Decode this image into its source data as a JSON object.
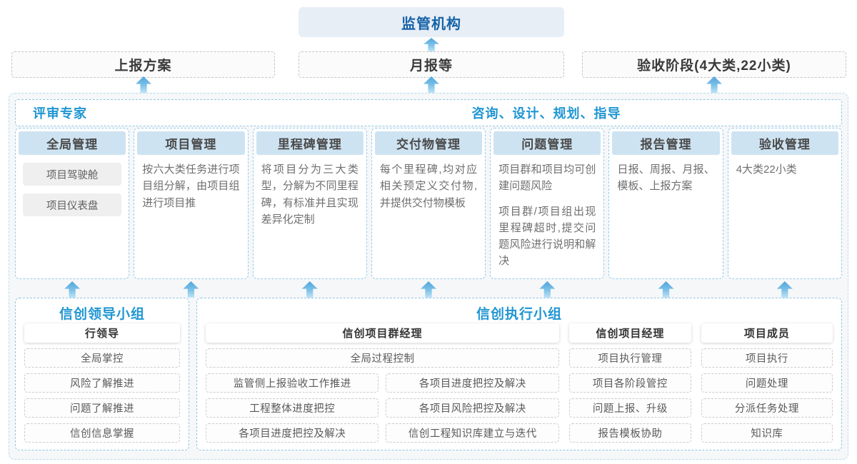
{
  "colors": {
    "accent_blue": "#2196d3",
    "dark_blue": "#1563a8",
    "column_header_bg": "#cee3f1",
    "blue_dashed_border": "#8ec6e8",
    "arrow_blue": "#4fa5db",
    "regulator_bg": "#e8eef6"
  },
  "top": {
    "regulator": "监管机构",
    "channels": [
      "上报方案",
      "月报等",
      "验收阶段(4大类,22小类)"
    ]
  },
  "main": {
    "expert_label": "评审专家",
    "advisory_label": "咨询、设计、规划、指导",
    "columns": [
      {
        "title": "全局管理",
        "items": [
          "项目驾驶舱",
          "项目仪表盘"
        ]
      },
      {
        "title": "项目管理",
        "body": "按六大类任务进行项目组分解，由项目组进行项目推"
      },
      {
        "title": "里程碑管理",
        "body": "将项目分为三大类型，分解为不同里程碑，有标准并且实现差异化定制"
      },
      {
        "title": "交付物管理",
        "body": "每个里程碑,均对应相关预定义交付物,并提供交付物模板"
      },
      {
        "title": "问题管理",
        "paragraphs": [
          "项目群和项目均可创建问题风险",
          "项目群/项目组出现里程碑超时,提交问题风险进行说明和解决"
        ]
      },
      {
        "title": "报告管理",
        "body": "日报、周报、月报、模板、上报方案"
      },
      {
        "title": "验收管理",
        "body": "4大类22小类"
      }
    ]
  },
  "bottom": {
    "leader_group": {
      "title": "信创领导小组",
      "role": "行领导",
      "items": [
        "全局掌控",
        "风险了解推进",
        "问题了解推进",
        "信创信息掌握"
      ]
    },
    "exec_group": {
      "title": "信创执行小组",
      "program_manager": {
        "role": "信创项目群经理",
        "full_item": "全局过程控制",
        "grid_items": [
          "监管侧上报验收工作推进",
          "各项目进度把控及解决",
          "工程整体进度把控",
          "各项目风险把控及解决",
          "各项目进度把控及解决",
          "信创工程知识库建立与迭代"
        ]
      },
      "project_manager": {
        "role": "信创项目经理",
        "items": [
          "项目执行管理",
          "项目各阶段管控",
          "问题上报、升级",
          "报告模板协助"
        ]
      },
      "members": {
        "role": "项目成员",
        "items": [
          "项目执行",
          "问题处理",
          "分派任务处理",
          "知识库"
        ]
      }
    }
  }
}
